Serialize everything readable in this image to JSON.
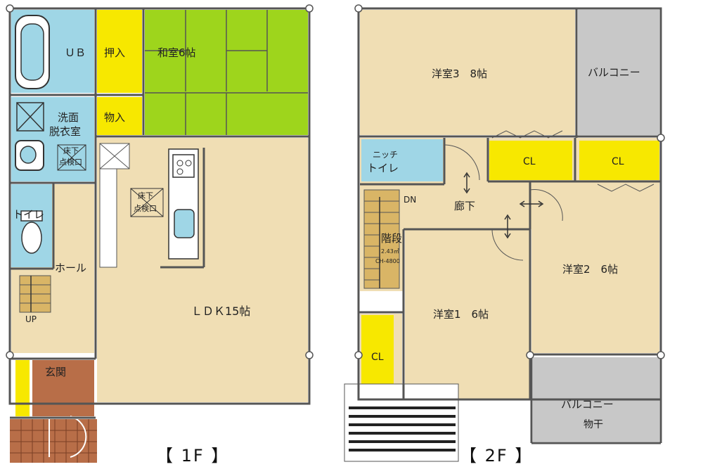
{
  "floors": [
    {
      "label": "【 1F 】",
      "rooms": {
        "ub": "ＵＢ",
        "oshiire": "押入",
        "washitsu": "和室6帖",
        "monoire": "物入",
        "senmen_1": "洗面",
        "senmen_2": "脱衣室",
        "yukashita_a_1": "床下",
        "yukashita_a_2": "点検口",
        "yukashita_b_1": "床下",
        "yukashita_b_2": "点検口",
        "toilet": "トイレ",
        "hall": "ホール",
        "up": "UP",
        "ldk": "ＬＤＫ15帖",
        "genkan": "玄関"
      }
    },
    {
      "label": "【 2F 】",
      "rooms": {
        "yoshitsu3": "洋室3　8帖",
        "balcony_top": "バルコニー",
        "niche_1": "ニッチ",
        "niche_2": "トイレ",
        "cl_center": "CL",
        "cl_right": "CL",
        "dn": "DN",
        "roka": "廊下",
        "kaidan": "階段",
        "stair_note_1": "2.43㎡",
        "stair_note_2": "CH-4800",
        "yoshitsu2": "洋室2　6帖",
        "yoshitsu1": "洋室1　6帖",
        "cl_left": "CL",
        "balcony_bottom_1": "バルコニー",
        "balcony_bottom_2": "物干"
      }
    }
  ],
  "colors": {
    "floor_beige": "#f0deb4",
    "bath_blue": "#9fd6e6",
    "closet_yellow": "#f7e800",
    "tatami_green": "#9ed51c",
    "balcony_gray": "#c8c8c8",
    "entrance_brown": "#b86e48",
    "stair_tan": "#d9b566",
    "wall": "#555555"
  }
}
